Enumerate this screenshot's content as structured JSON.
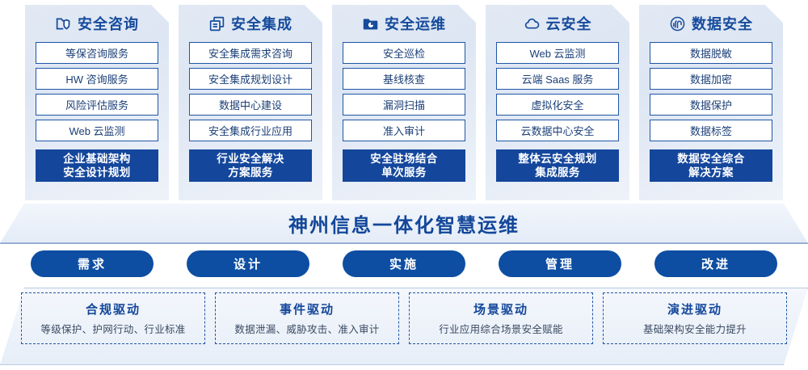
{
  "columns": [
    {
      "icon": "folder-shield-icon",
      "title": "安全咨询",
      "items": [
        "等保咨询服务",
        "HW 咨询服务",
        "风险评估服务",
        "Web 云监测"
      ],
      "highlight": [
        "企业基础架构",
        "安全设计规划"
      ]
    },
    {
      "icon": "stacked-documents-icon",
      "title": "安全集成",
      "items": [
        "安全集成需求咨询",
        "安全集成规划设计",
        "数据中心建设",
        "安全集成行业应用"
      ],
      "highlight": [
        "行业安全解决",
        "方案服务"
      ]
    },
    {
      "icon": "folder-pie-chart-icon",
      "title": "安全运维",
      "items": [
        "安全巡检",
        "基线核查",
        "漏洞扫描",
        "准入审计"
      ],
      "highlight": [
        "安全驻场结合",
        "单次服务"
      ]
    },
    {
      "icon": "cloud-icon",
      "title": "云安全",
      "items": [
        "Web 云监测",
        "云端 Saas 服务",
        "虚拟化安全",
        "云数据中心安全"
      ],
      "highlight": [
        "整体云安全规划",
        "集成服务"
      ]
    },
    {
      "icon": "fingerprint-icon",
      "title": "数据安全",
      "items": [
        "数据脱敏",
        "数据加密",
        "数据保护",
        "数据标签"
      ],
      "highlight": [
        "数据安全综合",
        "解决方案"
      ]
    }
  ],
  "banner": {
    "text": "神州信息一体化智慧运维"
  },
  "pills": [
    "需求",
    "设计",
    "实施",
    "管理",
    "改进"
  ],
  "drivers": [
    {
      "title": "合规驱动",
      "subtitle": "等级保护、护网行动、行业标准"
    },
    {
      "title": "事件驱动",
      "subtitle": "数据泄漏、威胁攻击、准入审计"
    },
    {
      "title": "场景驱动",
      "subtitle": "行业应用综合场景安全赋能"
    },
    {
      "title": "演进驱动",
      "subtitle": "基础架构安全能力提升"
    }
  ],
  "colors": {
    "primary_blue": "#13479a",
    "pill_blue": "#0d4ea2",
    "border_blue": "#1f56a6",
    "panel_bg_light": "#e2e9f4",
    "text_dark": "#1b3f77"
  }
}
